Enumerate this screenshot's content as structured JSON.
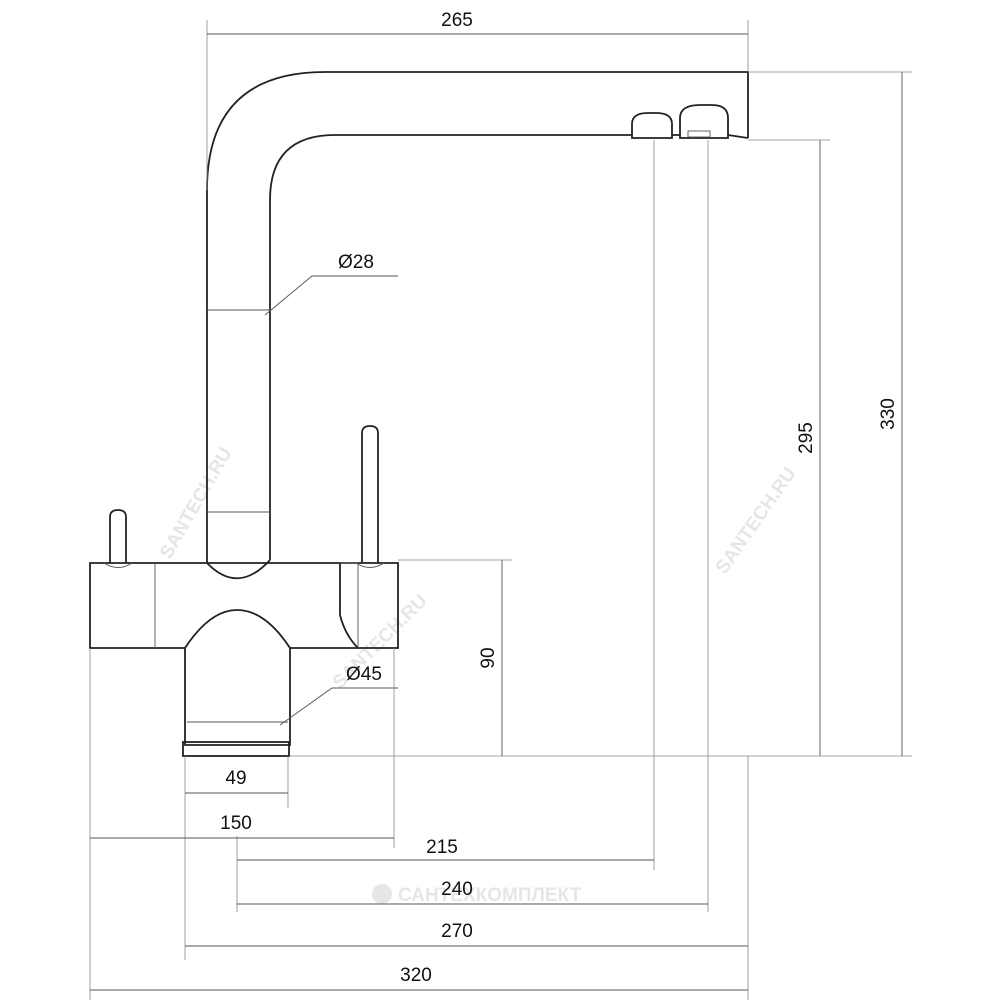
{
  "watermark": {
    "main": "SANTECH.RU",
    "small_left": "SANTECH.RU",
    "small_right": "SANTECH.RU",
    "bottom": "САНТЕХКОМПЛЕКТ"
  },
  "dimensions": {
    "spout_length": "265",
    "spout_diameter": "Ø28",
    "body_diameter": "Ø45",
    "body_height": "90",
    "outlet_height": "295",
    "total_height": "330",
    "base_width": "49",
    "body_width": "150",
    "outlet_1_reach": "215",
    "outlet_2_reach": "240",
    "spout_reach": "270",
    "total_width": "320"
  }
}
